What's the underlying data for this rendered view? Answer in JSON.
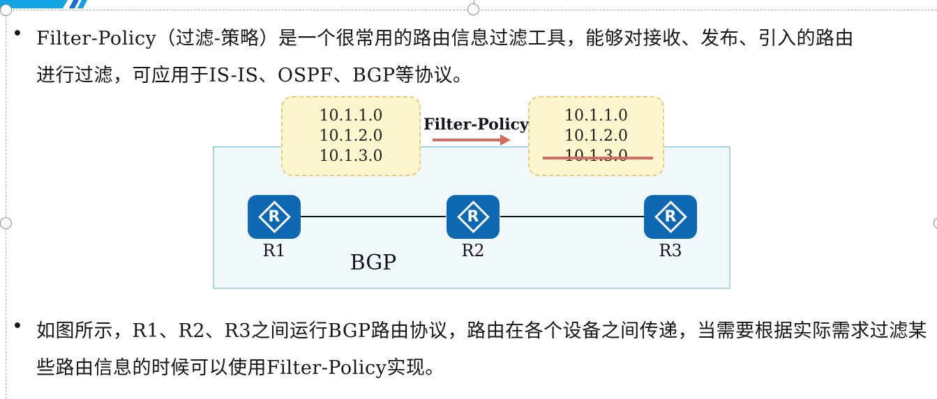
{
  "bullets": {
    "marker": "•",
    "p1": {
      "line1": "Filter-Policy（过滤-策略）是一个很常用的路由信息过滤工具，能够对接收、发布、引入的路由",
      "line2": "进行过滤，可应用于IS-IS、OSPF、BGP等协议。"
    },
    "p2": {
      "line1": "如图所示，R1、R2、R3之间运行BGP路由协议，路由在各个设备之间传递，当需要根据实际需求过滤某",
      "line2": "些路由信息的时候可以使用Filter-Policy实现。"
    }
  },
  "diagram": {
    "filter_policy_label": "Filter-Policy",
    "bgp_label": "BGP",
    "router_letter": "R",
    "routers": [
      {
        "label": "R1"
      },
      {
        "label": "R2"
      },
      {
        "label": "R3"
      }
    ],
    "left_route_box": {
      "routes": [
        "10.1.1.0",
        "10.1.2.0",
        "10.1.3.0"
      ]
    },
    "right_route_box": {
      "routes": [
        "10.1.1.0",
        "10.1.2.0",
        "10.1.3.0"
      ],
      "struck_route": "10.1.3.0"
    }
  },
  "colors": {
    "accent_cyan": "#12a4e2",
    "accent_blue": "#1b6fd0",
    "router_blue": "#0f69b2",
    "note_fill": "#fcf6cf",
    "note_border": "#edc87f",
    "stage_fill": "#f0f8fc",
    "stage_border": "#a5d7e8",
    "filter_red": "#d9695c"
  }
}
